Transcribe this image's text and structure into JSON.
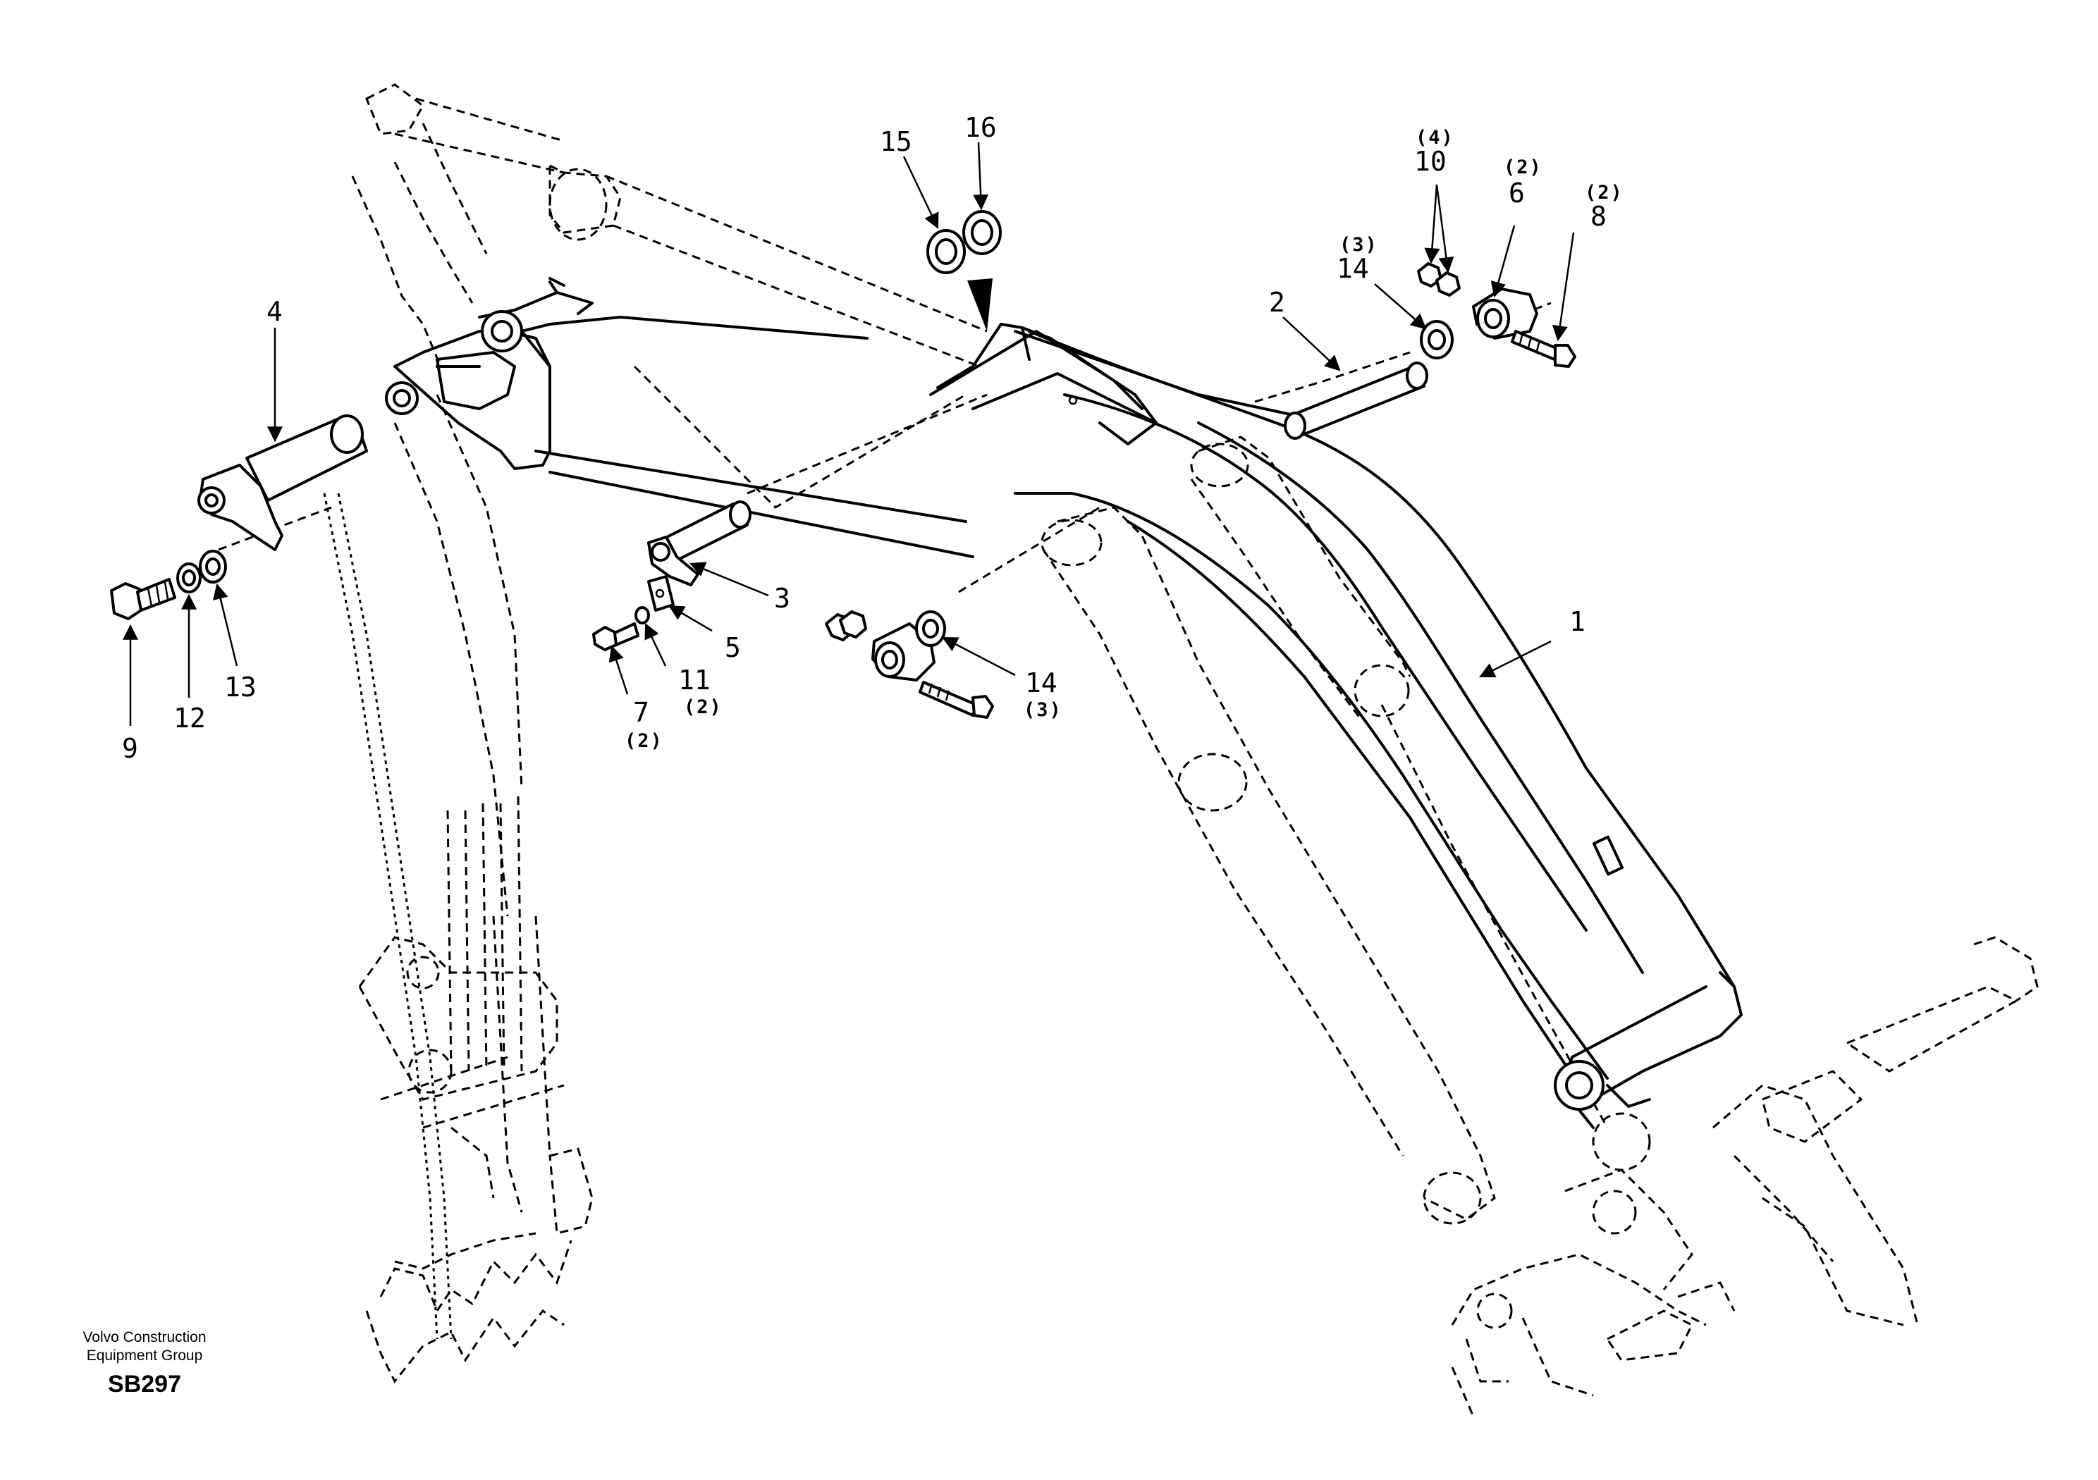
{
  "diagram": {
    "publisher": {
      "line1": "Volvo Construction",
      "line2": "Equipment Group",
      "code": "SB297"
    },
    "callouts": [
      {
        "id": "1",
        "number": "1",
        "qty": ""
      },
      {
        "id": "2",
        "number": "2",
        "qty": ""
      },
      {
        "id": "3",
        "number": "3",
        "qty": ""
      },
      {
        "id": "4",
        "number": "4",
        "qty": ""
      },
      {
        "id": "5",
        "number": "5",
        "qty": ""
      },
      {
        "id": "6",
        "number": "6",
        "qty": "(2)"
      },
      {
        "id": "7",
        "number": "7",
        "qty": "(2)"
      },
      {
        "id": "8",
        "number": "8",
        "qty": "(2)"
      },
      {
        "id": "9",
        "number": "9",
        "qty": ""
      },
      {
        "id": "10",
        "number": "10",
        "qty": "(4)"
      },
      {
        "id": "11",
        "number": "11",
        "qty": "(2)"
      },
      {
        "id": "12",
        "number": "12",
        "qty": ""
      },
      {
        "id": "13",
        "number": "13",
        "qty": ""
      },
      {
        "id": "14a",
        "number": "14",
        "qty": "(3)"
      },
      {
        "id": "14b",
        "number": "14",
        "qty": "(3)"
      },
      {
        "id": "15",
        "number": "15",
        "qty": ""
      },
      {
        "id": "16",
        "number": "16",
        "qty": ""
      }
    ]
  }
}
